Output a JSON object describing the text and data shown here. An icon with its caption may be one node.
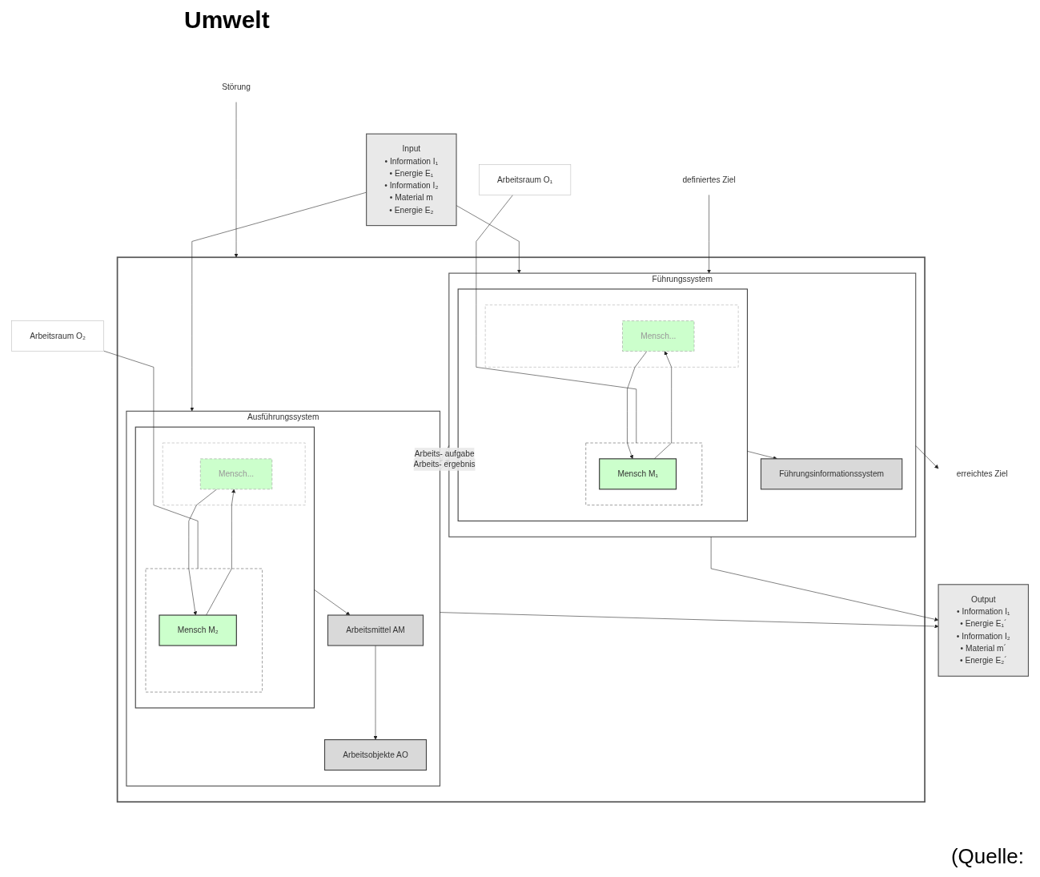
{
  "diagram": {
    "caption": "(Quelle:",
    "nodes": [
      {
        "text": [
          "Input",
          "• Information I₁",
          "• Energie E₁",
          "• Information I₂",
          "• Material m",
          "• Energie E₂"
        ]
      },
      {
        "text": [],
        "shape": "box"
      },
      {
        "text": [
          "Führungssystem"
        ],
        "in": 1
      },
      {
        "text": [],
        "shape": "box",
        "in": 2
      },
      {
        "text": [],
        "shape": "box",
        "in": 3
      },
      {
        "text": [
          "Mensch M₁"
        ],
        "in": 4
      },
      {
        "text": [],
        "shape": "box",
        "in": 3
      },
      {
        "text": [
          "Mensch..."
        ],
        "in": 6
      },
      {
        "text": [
          "Führungsinformationssystem"
        ],
        "in": 2
      },
      {
        "text": [
          "Ausführungssystem"
        ],
        "in": 1
      },
      {
        "text": [],
        "shape": "box",
        "in": 9
      },
      {
        "text": [],
        "shape": "box",
        "in": 10
      },
      {
        "text": [
          "Mensch M₂"
        ],
        "in": 11
      },
      {
        "text": [],
        "shape": "box",
        "in": 10
      },
      {
        "text": [
          "Mensch..."
        ],
        "in": 13
      },
      {
        "text": [
          "Arbeitsmittel AM"
        ],
        "in": 9
      },
      {
        "text": [
          "Arbeitsobjekte AO"
        ],
        "in": 9
      },
      {
        "text": [
          "Output",
          "• Information I₁",
          "• Energie E₁´",
          "• Information I₂",
          "• Material m´",
          "• Energie E₂´"
        ]
      },
      {
        "text": [
          "Arbeitsraum O₁"
        ]
      },
      {
        "text": [
          "Arbeitsraum O₂"
        ]
      },
      {
        "text": [
          "erreichtes Ziel"
        ]
      },
      {
        "text": [
          "definiertes Ziel"
        ]
      },
      {
        "text": [
          "Störung"
        ]
      }
    ],
    "edges": [
      {
        "from": 0,
        "to": 2,
        "arrow": "to"
      },
      {
        "from": 0,
        "to": 9,
        "arrow": "to"
      },
      {
        "from": 2,
        "to": 17,
        "arrow": "to"
      },
      {
        "from": 9,
        "to": 17,
        "arrow": "to"
      },
      {
        "from": 2,
        "to": 20,
        "arrow": "to"
      },
      {
        "from": 21,
        "to": 2,
        "arrow": "to"
      },
      {
        "from": 5,
        "to": 7,
        "arrow": "to"
      },
      {
        "from": 7,
        "to": 5,
        "arrow": "to"
      },
      {
        "from": 3,
        "to": 8,
        "arrow": "to"
      },
      {
        "from": 9,
        "to": 2,
        "label": "Arbeits- ergebnis",
        "arrow": "to"
      },
      {
        "from": 2,
        "to": 9,
        "label": "Arbeits- aufgabe",
        "arrow": "to"
      },
      {
        "from": 12,
        "to": 14,
        "arrow": "to"
      },
      {
        "from": 14,
        "to": 12,
        "arrow": "to"
      },
      {
        "from": 10,
        "to": 15,
        "arrow": "to"
      },
      {
        "from": 15,
        "to": 16,
        "arrow": "to"
      },
      {
        "from": 22,
        "to": 1,
        "arrow": "to"
      },
      {
        "from": 18,
        "to": 4,
        "arrow": "none"
      },
      {
        "from": 19,
        "to": 11,
        "arrow": "none"
      }
    ],
    "labels": [
      "Umwelt"
    ]
  }
}
